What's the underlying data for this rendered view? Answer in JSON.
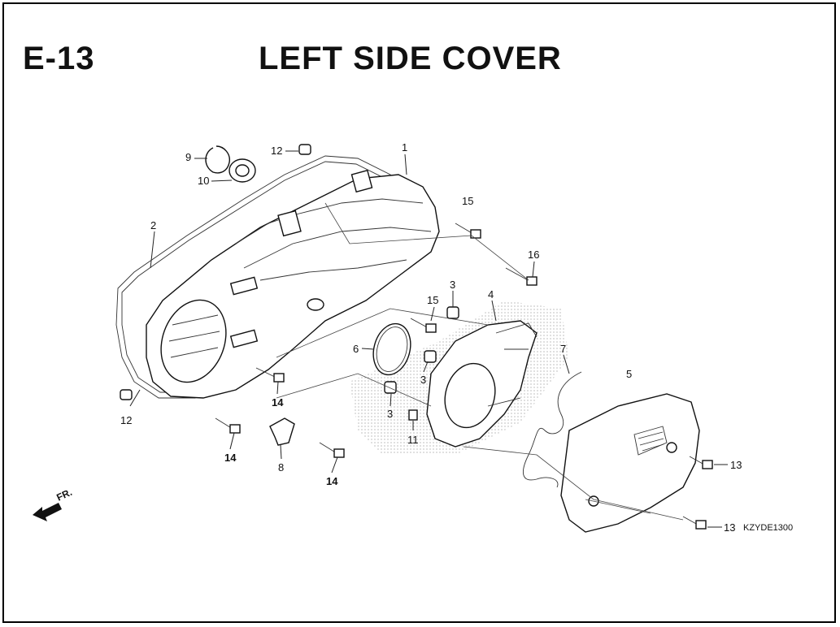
{
  "header": {
    "code": "E-13",
    "title": "LEFT SIDE COVER"
  },
  "diagram": {
    "reference_code": "KZYDE1300",
    "direction_label": "FR.",
    "callouts": [
      "1",
      "2",
      "3",
      "3",
      "3",
      "4",
      "5",
      "6",
      "7",
      "8",
      "9",
      "10",
      "11",
      "12",
      "12",
      "13",
      "13",
      "14",
      "14",
      "14",
      "15",
      "15",
      "16"
    ]
  },
  "colors": {
    "line": "#111111",
    "background": "#ffffff"
  },
  "icons": [
    "front-direction-arrow-icon"
  ]
}
